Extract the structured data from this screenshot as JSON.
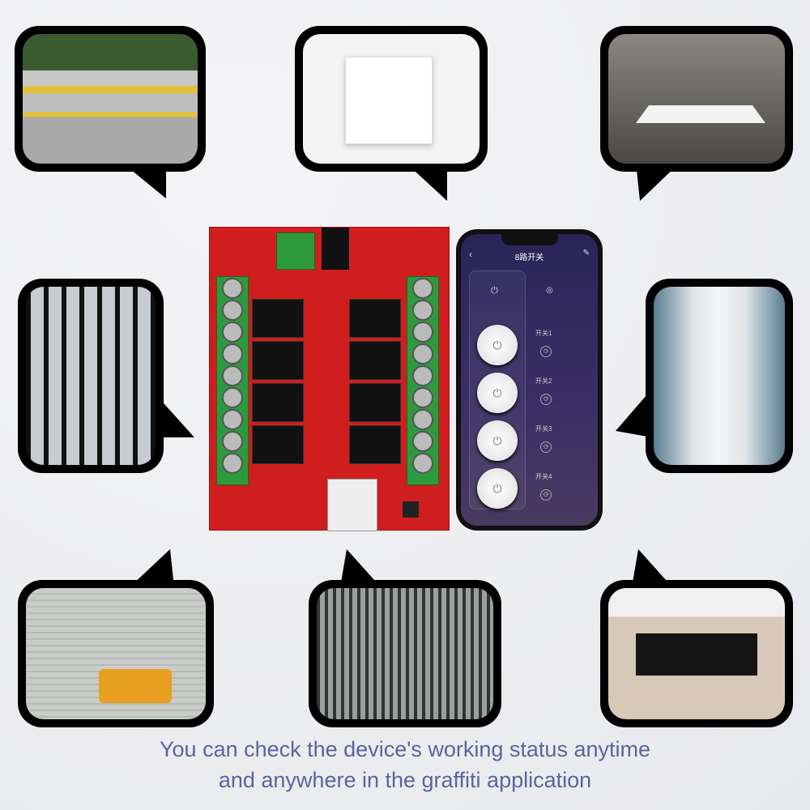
{
  "caption": {
    "line1": "You can check the device's working status anytime",
    "line2": "and anywhere in the graffiti application"
  },
  "app": {
    "title": "8路开关",
    "back_icon": "chevron-left-icon",
    "edit_icon": "pencil-icon",
    "switches": [
      {
        "label": "开关1"
      },
      {
        "label": "开关2"
      },
      {
        "label": "开关3"
      },
      {
        "label": "开关4"
      }
    ]
  },
  "scenes": [
    "parking-barrier",
    "wall-socket",
    "pendant-lamp",
    "driveway-gate",
    "curtains",
    "garage-door",
    "sliding-gate",
    "air-conditioner"
  ],
  "colors": {
    "caption": "#5a64a0",
    "board": "#d01e1e",
    "terminal": "#2e9a3e"
  }
}
